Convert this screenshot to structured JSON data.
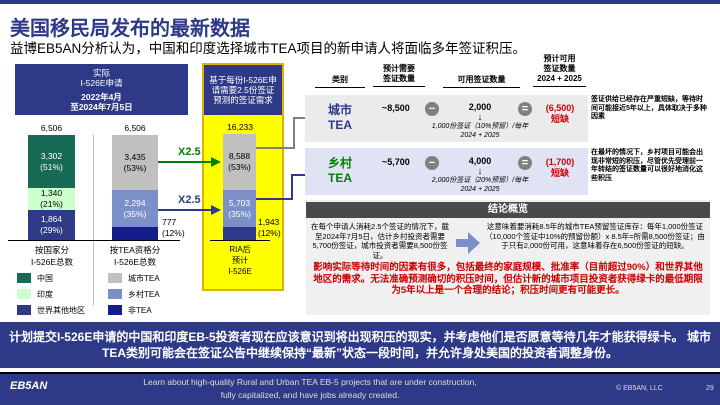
{
  "title": "美国移民局发布的最新数据",
  "subtitle": "益博EB5AN分析认为，中国和印度选择城市TEA项目的新申请人将面临多年签证积压。",
  "left_header": {
    "line1": "实际",
    "line2": "I-526E申请",
    "line3": "2022年4月",
    "line4": "至2024年7月5日"
  },
  "proj_header": {
    "line1": "基于每份I-526E申",
    "line2": "请需要2.5份签证",
    "line3": "预测的签证需求"
  },
  "chart_data": {
    "type": "bar",
    "bars": [
      {
        "name": "按国家分 I-526E总数",
        "label1": "按国家分",
        "label2": "I-526E总数",
        "total": "6,506",
        "segments": [
          {
            "name": "中国",
            "value": 3302,
            "text": "3,302",
            "pct": "(51%)",
            "color": "#176b55"
          },
          {
            "name": "印度",
            "value": 1340,
            "text": "1,340",
            "pct": "(21%)",
            "color": "#ccffcc"
          },
          {
            "name": "世界其他地区",
            "value": 1864,
            "text": "1,864",
            "pct": "(29%)",
            "color": "#2e3a87"
          }
        ]
      },
      {
        "name": "按TEA资格分 I-526E总数",
        "label1": "按TEA资格分",
        "label2": "I-526E总数",
        "total": "6,506",
        "segments": [
          {
            "name": "城市TEA",
            "value": 3435,
            "text": "3,435",
            "pct": "(53%)",
            "color": "#c0c0c0"
          },
          {
            "name": "乡村TEA",
            "value": 2294,
            "text": "2,294",
            "pct": "(35%)",
            "color": "#7b8fc8"
          },
          {
            "name": "非TEA",
            "value": 777,
            "text": "777",
            "pct": "(12%)",
            "color": "#141b8a"
          }
        ]
      },
      {
        "name": "RIA后预计I-526E",
        "label1": "RIA后",
        "label2": "预计",
        "label3": "I-526E",
        "total": "16,233",
        "segments": [
          {
            "name": "城市TEA",
            "value": 8588,
            "text": "8,588",
            "pct": "(53%)",
            "color": "#c0c0c0"
          },
          {
            "name": "乡村TEA",
            "value": 5703,
            "text": "5,703",
            "pct": "(35%)",
            "color": "#7b8fc8"
          },
          {
            "name": "非TEA",
            "value": 1943,
            "text": "1,943",
            "pct": "(12%)",
            "color": "#2e3a87"
          }
        ]
      }
    ],
    "multiplier_urban": "X2.5",
    "multiplier_rural": "X2.5"
  },
  "legend_country": [
    "中国",
    "印度",
    "世界其他地区"
  ],
  "legend_tea": [
    "城市TEA",
    "乡村TEA",
    "非TEA"
  ],
  "table": {
    "headers": {
      "category": "类别",
      "needed1": "预计需要",
      "needed2": "签证数量",
      "available": "可用签证数量",
      "avail_a": "预计可用",
      "avail_b": "签证数量",
      "avail_c": "2024 + 2025"
    },
    "rows": [
      {
        "cat1": "城市",
        "cat2": "TEA",
        "needed": "~8,500",
        "minus": "−",
        "available": "2,000",
        "arrow": "↓",
        "detail1": "1,000份签证（10%预留）/每年",
        "detail2": "2024 + 2025",
        "equals": "=",
        "result": "(6,500)",
        "result_label": "短缺",
        "note": "签证供给已经存在严重短缺，等待时间可能接近5年以上，具体取决于多种因素"
      },
      {
        "cat1": "乡村",
        "cat2": "TEA",
        "needed": "~5,700",
        "minus": "−",
        "available": "4,000",
        "arrow": "↓",
        "detail1": "2,000份签证（20%预留）/每年",
        "detail2": "2024 + 2025",
        "equals": "=",
        "result": "(1,700)",
        "result_label": "短缺",
        "note": "在最坏的情况下，乡村项目可能会出现非常短的积压，尽管优先受理前一年转结的签证数量可以很好地消化这些积压"
      }
    ]
  },
  "conclusion": {
    "title": "结论概览",
    "left": "在每个申请人消耗2.5个签证的情况下，截至2024年7月5日，估计乡村投资者需要5,700份签证，城市投资者需要8,500份签证。",
    "right": "这意味着要消耗8.5年的城市TEA预留签证库存：每年1,000份签证（10,000个签证中10%的预留份额）x 8.5年=所需8,500份签证；由于只有2,000份可用，这意味着存在6,500份签证的短缺。",
    "red": "影响实际等待时间的因素有很多，包括最终的家庭规模、批准率（目前超过90%）和世界其他地区的需求。无法准确预测确切的积压时间，但估计新的城市项目投资者获得绿卡的最低期限为5年以上是一个合理的结论；积压时间更有可能更长。"
  },
  "banner": "计划提交I-526E申请的中国和印度EB-5投资者现在应该意识到将出现积压的现实，并考虑他们是否愿意等待几年才能获得绿卡。 城市TEA类别可能会在签证公告中继续保持“最新”状态一段时间，并允许身处美国的投资者调整身份。",
  "footer": {
    "logo": "EB5AN",
    "line1": "Learn about high-quality Rural and Urban TEA EB-5 projects that are under construction,",
    "line2": "fully capitalized, and have jobs already created.",
    "copyright": "© EB5AN, LLC",
    "page": "29"
  },
  "colors": {
    "navy": "#2e3a87",
    "yellow": "#ffff00",
    "gold": "#e0b000",
    "red": "#cc0000",
    "green": "#008000"
  }
}
